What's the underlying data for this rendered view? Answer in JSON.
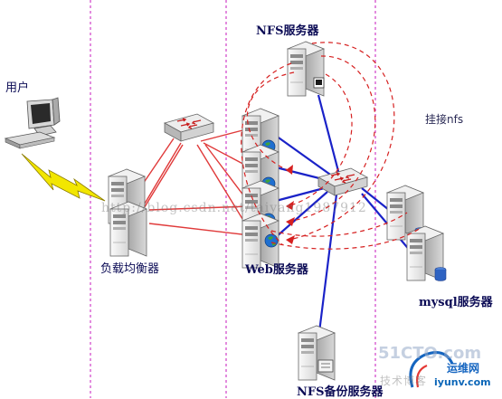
{
  "labels": {
    "user": "用户",
    "load_balancer": "负载均衡器",
    "nfs_server": "NFS服务器",
    "web_servers": "Web服务器",
    "mount_nfs": "挂接nfs",
    "mysql_servers": "mysql服务器",
    "nfs_backup": "NFS备份服务器"
  },
  "watermarks": {
    "blog": "http://blog.csdn.net/taiyang1987912",
    "brand_51cto": "51CTO.com",
    "site_cn": "运维网",
    "site_url": "iyunv.com",
    "tech_blog": "技术博客"
  },
  "colors": {
    "lan_red": "#e03a3a",
    "link_blue": "#1a22c8",
    "dashed_red": "#d62020",
    "divider": "#d040c8",
    "lightning": "#f2e600"
  }
}
